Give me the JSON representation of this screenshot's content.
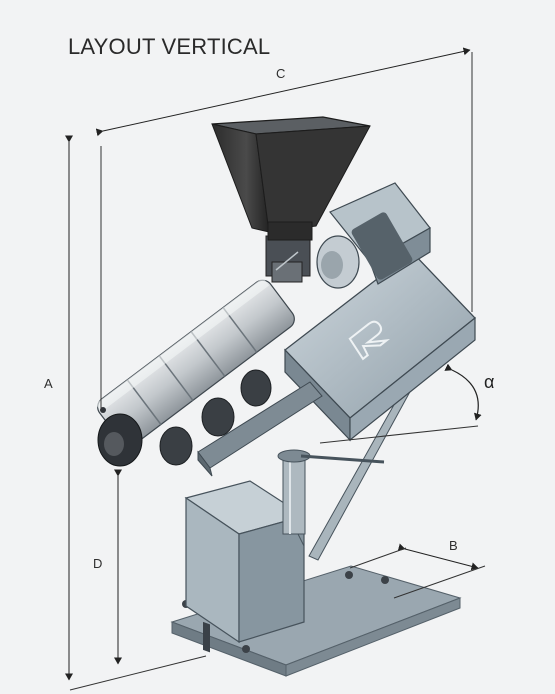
{
  "title": "LAYOUT VERTICAL",
  "dimensions": {
    "a": "A",
    "b": "B",
    "c": "C",
    "d": "D",
    "alpha": "α"
  },
  "logo_mark": "R"
}
